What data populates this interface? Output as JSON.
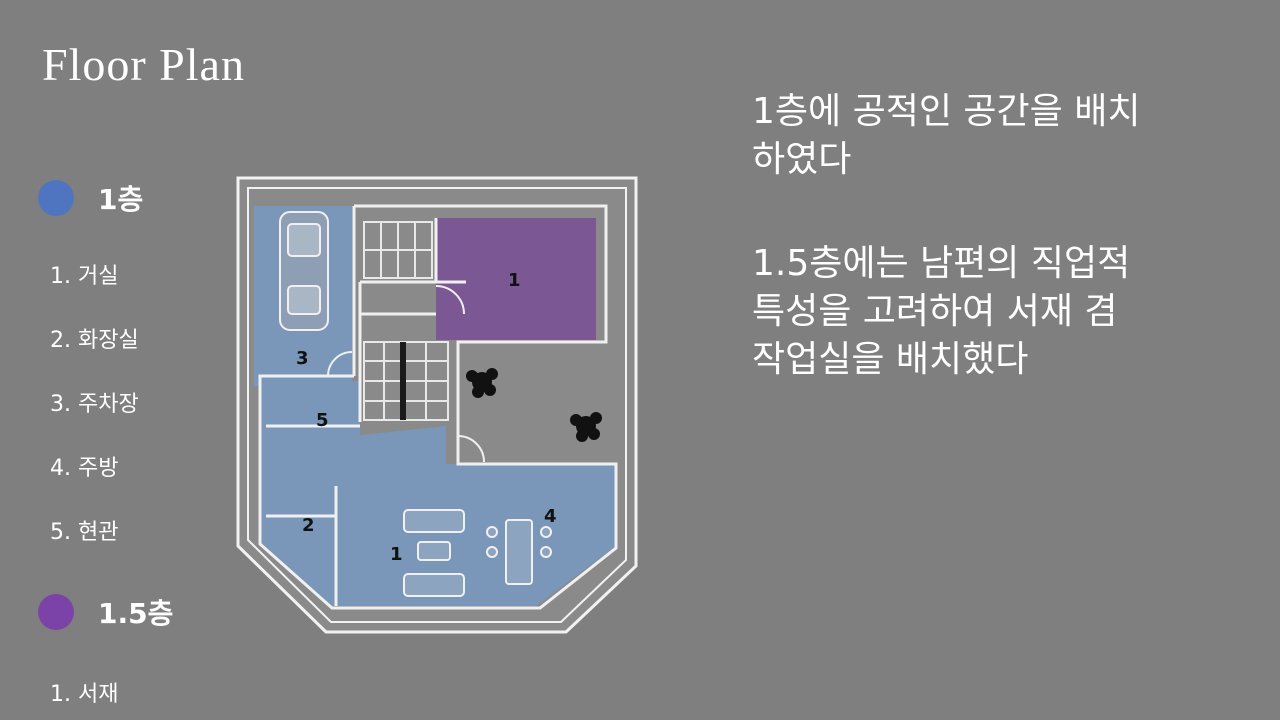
{
  "title": "Floor Plan",
  "legend": [
    {
      "label": "1층",
      "color": "#4f74c0",
      "rooms": [
        "1. 거실",
        "2. 화장실",
        "3. 주차장",
        "4. 주방",
        "5. 현관"
      ]
    },
    {
      "label": "1.5층",
      "color": "#7b42a7",
      "rooms": [
        "1. 서재"
      ]
    }
  ],
  "plan": {
    "labels": {
      "study": "1",
      "parking": "3",
      "entrance": "5",
      "bathroom": "2",
      "living": "1",
      "kitchen": "4"
    },
    "colors": {
      "floor1": "#7a97b9",
      "floor15": "#7b5794"
    }
  },
  "description": {
    "p1": [
      "1층에 공적인 공간을 배치",
      "하였다"
    ],
    "p2": [
      "1.5층에는 남편의 직업적",
      "특성을 고려하여 서재 겸",
      "작업실을 배치했다"
    ]
  }
}
